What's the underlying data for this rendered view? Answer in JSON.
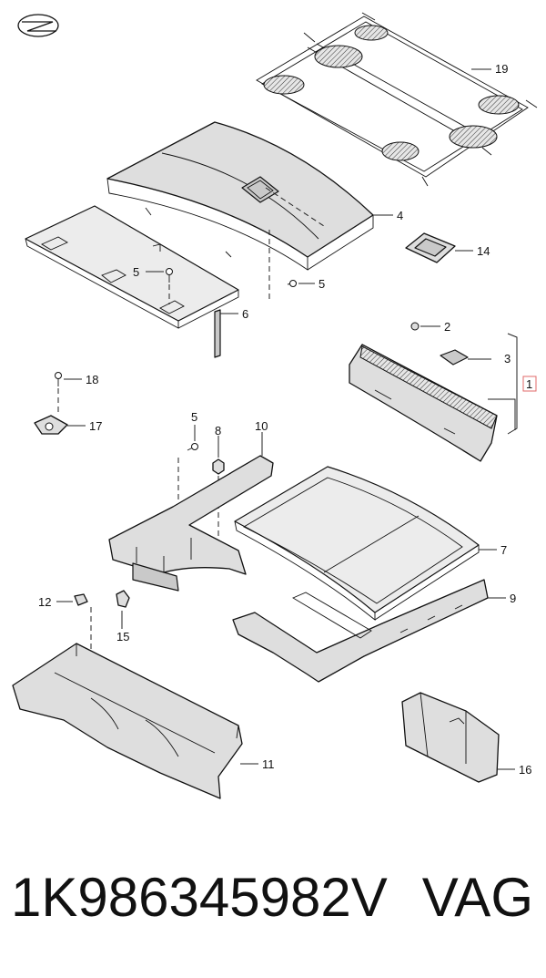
{
  "callouts": {
    "c1": "1",
    "c2": "2",
    "c3": "3",
    "c4": "4",
    "c5a": "5",
    "c5b": "5",
    "c5c": "5",
    "c6": "6",
    "c7": "7",
    "c8": "8",
    "c9": "9",
    "c10": "10",
    "c11": "11",
    "c12": "12",
    "c14": "14",
    "c15": "15",
    "c16": "16",
    "c17": "17",
    "c18": "18",
    "c19": "19"
  },
  "footer": {
    "part_number": "1K986345982V",
    "brand": "VAG"
  },
  "colors": {
    "highlight_box": "#e06a6a",
    "line": "#111111",
    "fill": "#dedede"
  },
  "icons": {
    "logo": "brand-logo-icon"
  }
}
